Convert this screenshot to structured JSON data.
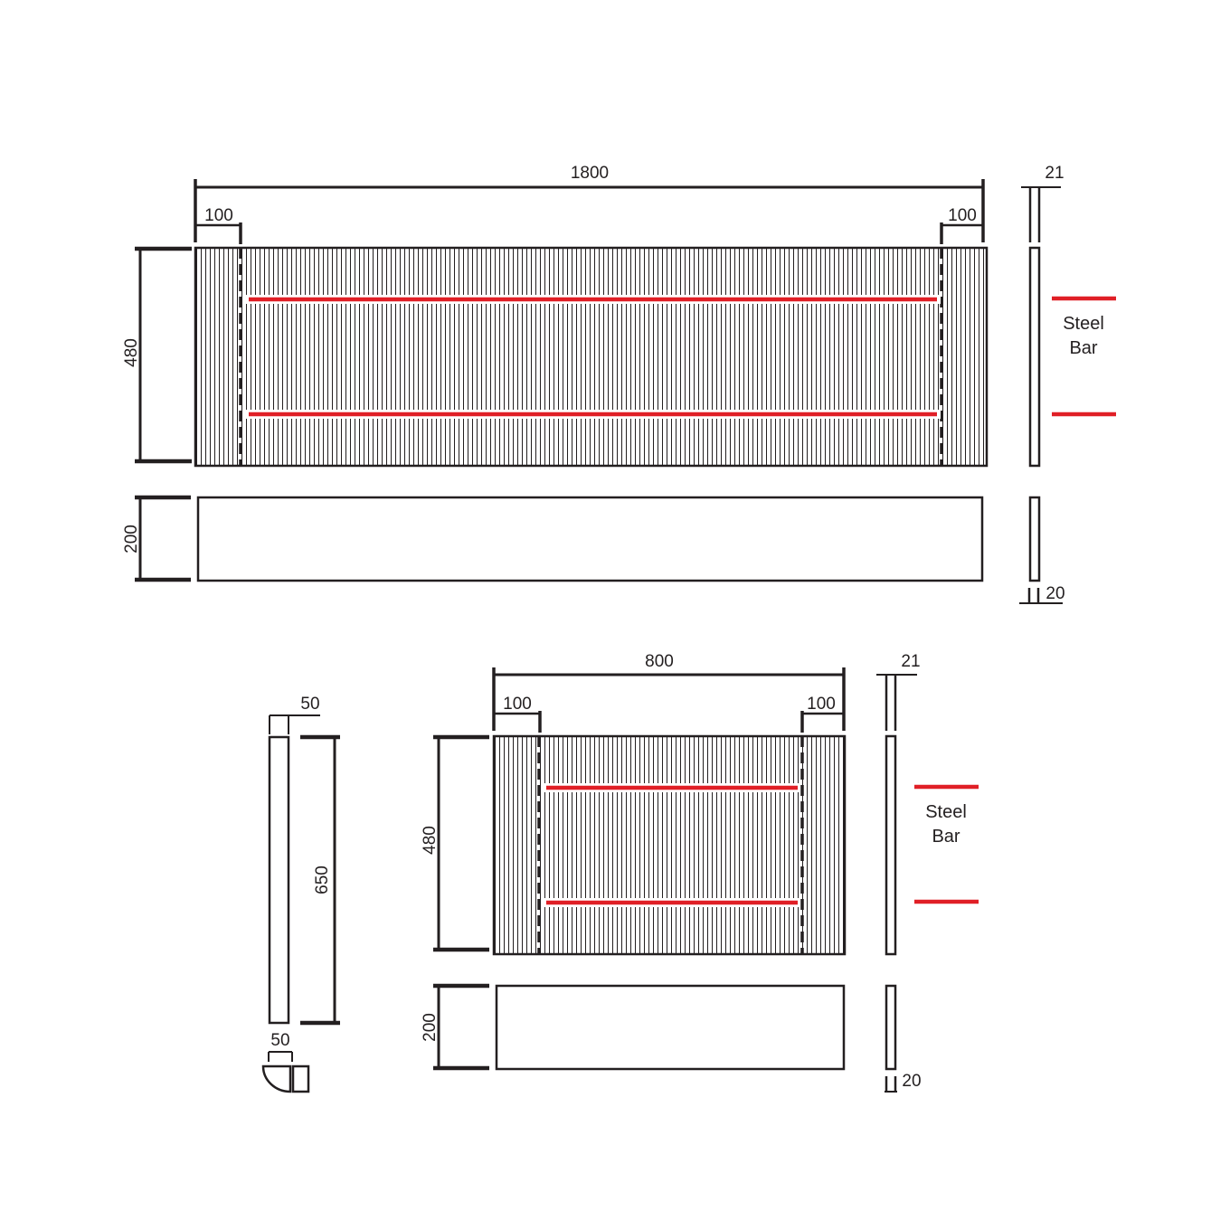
{
  "colors": {
    "ink": "#231f20",
    "steel_bar": "#e01f26",
    "background": "#ffffff"
  },
  "top_unit": {
    "width": "1800",
    "end_margin_left": "100",
    "end_margin_right": "100",
    "panel_height": "480",
    "plinth_height": "200",
    "panel_depth": "21",
    "plinth_depth": "20",
    "legend": {
      "line1": "Steel",
      "line2": "Bar"
    }
  },
  "bottom_unit": {
    "width": "800",
    "end_margin_left": "100",
    "end_margin_right": "100",
    "panel_height": "480",
    "plinth_height": "200",
    "panel_depth": "21",
    "plinth_depth": "20",
    "legend": {
      "line1": "Steel",
      "line2": "Bar"
    }
  },
  "leg": {
    "width": "50",
    "height": "650",
    "section_width": "50"
  }
}
